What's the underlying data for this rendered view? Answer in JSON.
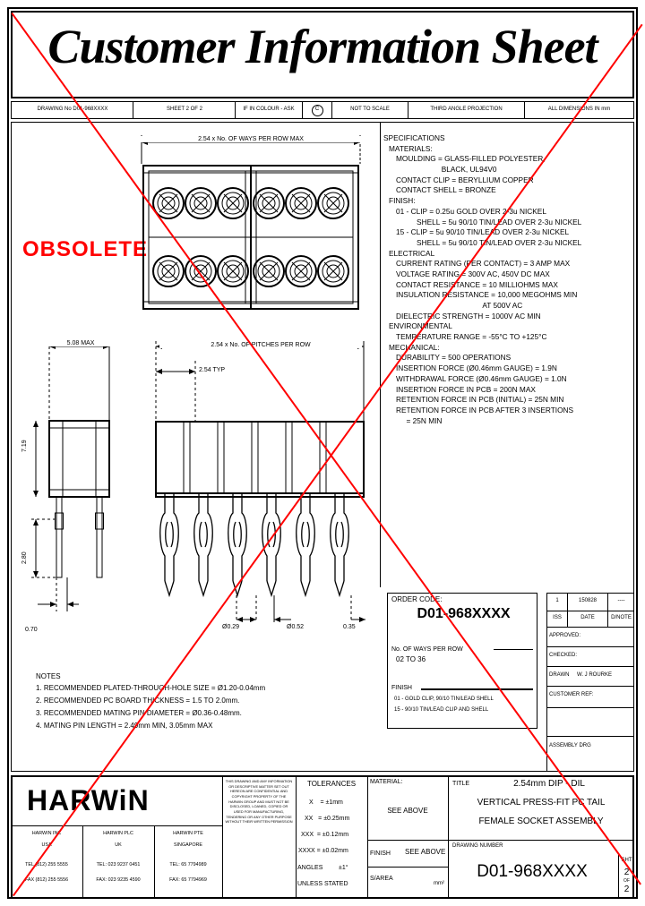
{
  "sheet": {
    "main_title": "Customer Information Sheet",
    "obsolete_stamp": "OBSOLETE",
    "stamp_color": "#ff0000"
  },
  "header_bar": {
    "drawing_no": "DRAWING No D01-968XXXX",
    "sheet_of": "SHEET 2 OF 2",
    "colour": "IF IN COLOUR - ASK",
    "copyright_symbol": "C",
    "not_to_scale": "NOT TO SCALE",
    "projection": "THIRD ANGLE PROJECTION",
    "units": "ALL DIMENSIONS IN mm"
  },
  "dimensions": {
    "top_overall": "2.54 x No. OF WAYS PER ROW MAX",
    "body_width": "5.08 MAX",
    "pitch_run": "2.54 x No. OF PITCHES PER ROW",
    "pitch_typ": "2.54 TYP",
    "height_total": "7.19",
    "tail_length": "2.80",
    "edge_offset": "0.70",
    "tail_dia": "Ø0.29",
    "press_dia": "Ø0.52",
    "tail_gap": "0.35"
  },
  "specifications": {
    "heading": "SPECIFICATIONS",
    "groups": [
      {
        "title": "MATERIALS:",
        "lines": [
          "MOULDING = GLASS-FILLED POLYESTER,",
          "                      BLACK, UL94V0",
          "CONTACT CLIP = BERYLLIUM COPPER",
          "CONTACT SHELL = BRONZE"
        ]
      },
      {
        "title": "FINISH:",
        "lines": [
          "01 - CLIP = 0.25u GOLD OVER 2-3u NICKEL",
          "          SHELL = 5u 90/10 TIN/LEAD OVER 2-3u NICKEL",
          "15 - CLIP = 5u 90/10 TIN/LEAD OVER 2-3u NICKEL",
          "          SHELL = 5u 90/10 TIN/LEAD OVER 2-3u NICKEL"
        ]
      },
      {
        "title": "ELECTRICAL",
        "lines": [
          "CURRENT RATING (PER CONTACT) = 3 AMP MAX",
          "VOLTAGE RATING = 300V AC, 450V DC MAX",
          "CONTACT RESISTANCE = 10 MILLIOHMS MAX",
          "INSULATION RESISTANCE = 10,000 MEGOHMS MIN",
          "                                          AT 500V AC",
          "DIELECTRIC STRENGTH = 1000V AC MIN"
        ]
      },
      {
        "title": "ENVIRONMENTAL",
        "lines": [
          "TEMPERATURE RANGE = -55°C TO +125°C"
        ]
      },
      {
        "title": "MECHANICAL:",
        "lines": [
          "DURABILITY = 500 OPERATIONS",
          "INSERTION FORCE (Ø0.46mm GAUGE) = 1.9N",
          "WITHDRAWAL FORCE (Ø0.46mm GAUGE) = 1.0N",
          "INSERTION FORCE IN PCB = 200N MAX",
          "RETENTION FORCE IN PCB (INITIAL) = 25N MIN",
          "RETENTION FORCE IN PCB AFTER 3 INSERTIONS",
          "     = 25N MIN"
        ]
      }
    ]
  },
  "order_code": {
    "label": "ORDER CODE:",
    "code": "D01-968XXXX",
    "ways_label": "No. OF WAYS PER ROW",
    "ways_value": "02 TO 36",
    "finish_label": "FINISH",
    "finish_lines": [
      "01 - GOLD CLIP, 90/10 TIN/LEAD SHELL",
      "15 - 90/10 TIN/LEAD CLIP AND SHELL"
    ]
  },
  "revision_block": {
    "row": {
      "iss": "1",
      "date": "150828",
      "dnote": "----"
    },
    "headers": {
      "iss": "ISS",
      "date": "DATE",
      "dnote": "D/NOTE"
    },
    "fields": [
      {
        "label": "APPROVED:",
        "value": ""
      },
      {
        "label": "CHECKED:",
        "value": ""
      },
      {
        "label": "DRAWN",
        "value": "W. J ROURKE"
      },
      {
        "label": "CUSTOMER REF:",
        "value": ""
      },
      {
        "label": "ASSEMBLY DRG",
        "value": ""
      }
    ]
  },
  "notes": {
    "heading": "NOTES",
    "items": [
      "1. RECOMMENDED PLATED-THROUGH-HOLE SIZE = Ø1.20-0.04mm",
      "2. RECOMMENDED PC BOARD THICKNESS = 1.5 TO 2.0mm.",
      "3. RECOMMENDED MATING PIN DIAMETER = Ø0.36-0.48mm.",
      "4. MATING PIN LENGTH = 2.49mm MIN, 3.05mm MAX"
    ]
  },
  "title_block": {
    "logo": "HARWiN",
    "offices": [
      {
        "name": "HARWIN INC",
        "country": "USA",
        "tel": "TEL (812) 255 5555",
        "fax": "FAX (812) 255 5556"
      },
      {
        "name": "HARWIN PLC",
        "country": "UK",
        "tel": "TEL: 023 9237 0451",
        "fax": "FAX: 023 9235 4590"
      },
      {
        "name": "HARWIN PTE",
        "country": "SINGAPORE",
        "tel": "TEL: 65 7794989",
        "fax": "FAX: 65 7794969"
      }
    ],
    "disclaimer": "THIS DRAWING AND ANY INFORMATION OR DESCRIPTIVE MATTER SET OUT HEREON ARE CONFIDENTIAL AND COPYRIGHT PROPERTY OF THE HARWIN GROUP AND MUST NOT BE DISCLOSED, LOANED, COPIED OR USED FOR MANUFACTURING, TENDERING OR ANY OTHER PURPOSE WITHOUT THEIR WRITTEN PERMISSION",
    "tolerances_heading": "TOLERANCES",
    "tolerances": [
      "X    = ±1mm",
      "XX   = ±0.25mm",
      "XXX  = ±0.12mm",
      "XXXX = ±0.02mm"
    ],
    "angles_label": "ANGLES",
    "angles_value": "±1°",
    "unless_stated": "UNLESS STATED",
    "material_label": "MATERIAL:",
    "material_value": "SEE ABOVE",
    "finish_label": "FINISH",
    "finish_value": "SEE ABOVE",
    "surface_area_label": "S/AREA",
    "surface_area_units": "mm²",
    "title_label": "TITLE",
    "title_lines": [
      "2.54mm DIP - DIL",
      "VERTICAL PRESS-FIT PC TAIL",
      "FEMALE SOCKET ASSEMBLY"
    ],
    "drawing_number_label": "DRAWING NUMBER",
    "drawing_number": "D01-968XXXX",
    "sheet_label": "SHT",
    "sheet_num": "2",
    "sheet_of": "OF",
    "sheet_total": "2"
  }
}
